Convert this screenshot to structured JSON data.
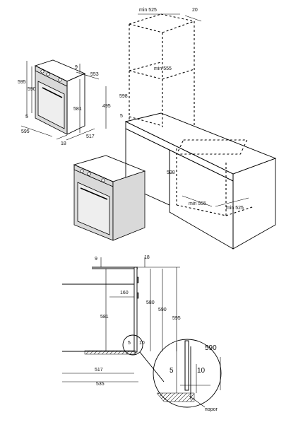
{
  "labels": {
    "oven_top": {
      "d595_left": "595",
      "d590": "590",
      "d9": "9",
      "d553": "553",
      "d581": "581",
      "d495": "495",
      "d5": "5",
      "d595_bottom": "595",
      "d18": "18",
      "d517": "517"
    },
    "cabinet": {
      "min525_top": "min 525",
      "d20": "20",
      "min555_top": "min 555",
      "d598_upper": "598",
      "d5": "5",
      "d598_lower": "598",
      "min555_bottom": "min 555",
      "min525_bottom": "min 525"
    },
    "section": {
      "d9": "9",
      "d18": "18",
      "d160": "160",
      "d581": "581",
      "d580": "580",
      "d590": "590",
      "d595": "595",
      "d517": "517",
      "d535": "535",
      "d5_small": "5",
      "d10_small": "10"
    },
    "detail": {
      "d590": "590",
      "d5": "5",
      "d10": "10",
      "threshold": "порог"
    }
  }
}
